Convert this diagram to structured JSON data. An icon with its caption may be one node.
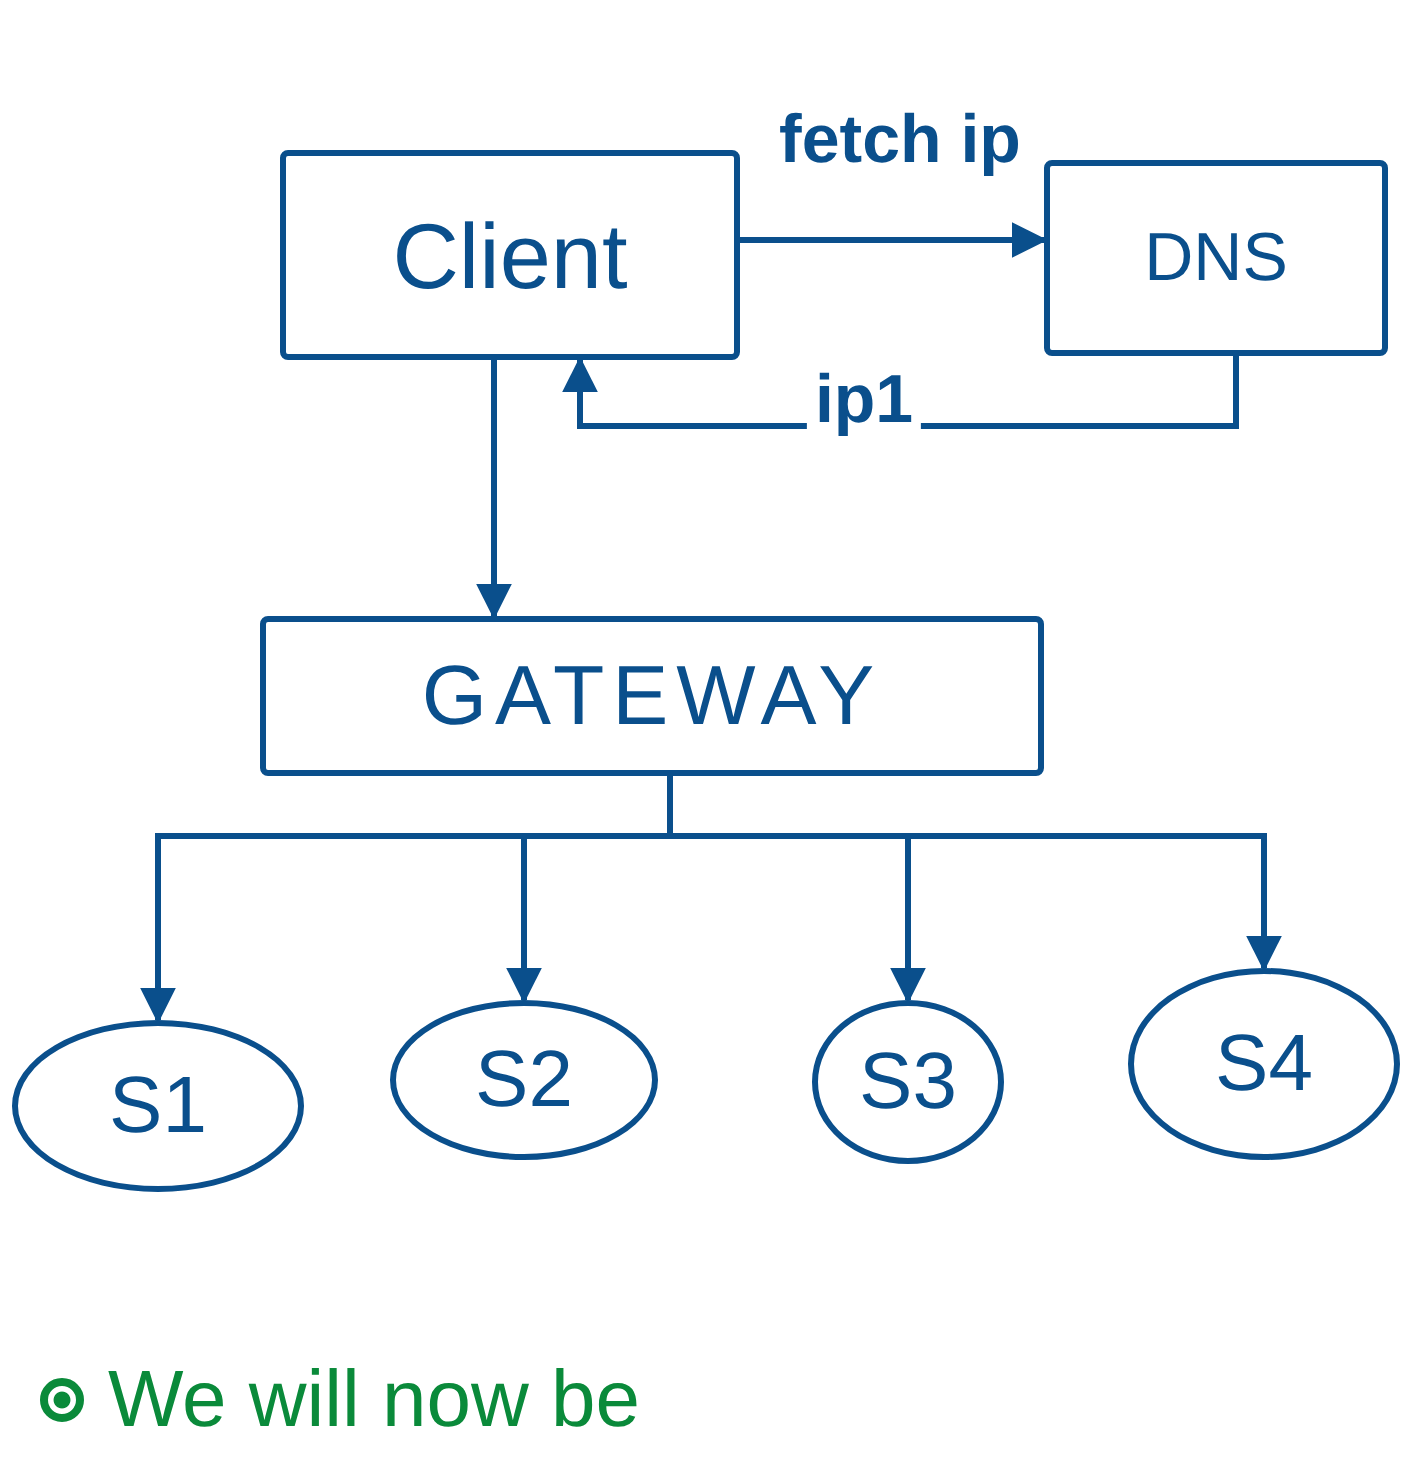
{
  "diagram": {
    "nodes": [
      {
        "text": [
          "Client"
        ]
      },
      {
        "text": [
          "DNS"
        ]
      },
      {
        "text": [
          "GATEWAY"
        ]
      },
      {
        "text": [
          "S1"
        ]
      },
      {
        "text": [
          "S2"
        ]
      },
      {
        "text": [
          "S3"
        ]
      },
      {
        "text": [
          "S4"
        ]
      }
    ],
    "edges": [
      {
        "from": 0,
        "to": 1,
        "arrow": "to",
        "label": "fetch ip"
      },
      {
        "from": 1,
        "to": 0,
        "arrow": "to",
        "label": "ip1"
      },
      {
        "from": 0,
        "to": 2,
        "arrow": "to"
      },
      {
        "from": 2,
        "to": 3,
        "arrow": "to"
      },
      {
        "from": 2,
        "to": 4,
        "arrow": "to"
      },
      {
        "from": 2,
        "to": 5,
        "arrow": "to"
      },
      {
        "from": 2,
        "to": 6,
        "arrow": "to"
      }
    ],
    "labels": [
      "We will now be"
    ]
  }
}
